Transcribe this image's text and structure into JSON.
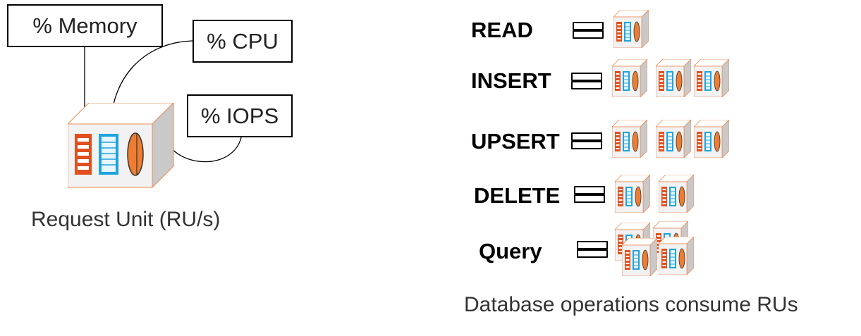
{
  "callouts": {
    "memory": "% Memory",
    "cpu": "% CPU",
    "iops": "% IOPS"
  },
  "captions": {
    "request_unit": "Request Unit (RU/s)",
    "operations": "Database operations consume RUs"
  },
  "operations": [
    {
      "label": "READ",
      "servers": 1
    },
    {
      "label": "INSERT",
      "servers": 3
    },
    {
      "label": "UPSERT",
      "servers": 3
    },
    {
      "label": "DELETE",
      "servers": 2
    },
    {
      "label": "Query",
      "servers": 4
    }
  ],
  "colors": {
    "memory": "#e2501f",
    "cpu": "#1fa3dd",
    "iops": "#ee7d32",
    "box_face": "#f2f2f2",
    "box_side": "#c9c9c9",
    "box_edge": "#ee8a55"
  }
}
